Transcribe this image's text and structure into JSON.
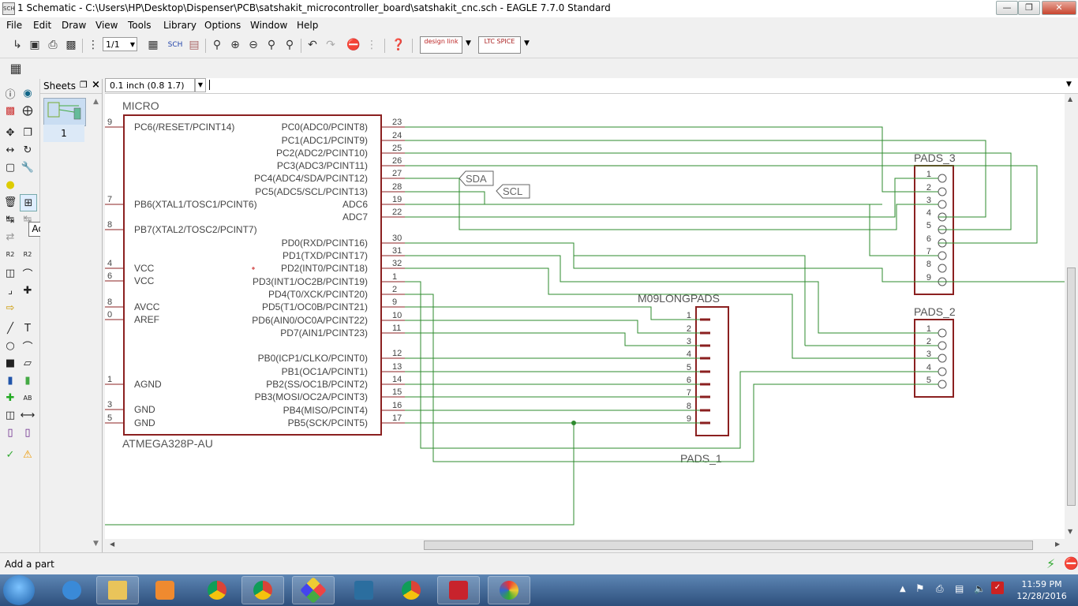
{
  "window": {
    "title": "1 Schematic - C:\\Users\\HP\\Desktop\\Dispenser\\PCB\\satshakit_microcontroller_board\\satshakit_cnc.sch - EAGLE 7.7.0 Standard",
    "app_icon_text": "SCH"
  },
  "menu": [
    "File",
    "Edit",
    "Draw",
    "View",
    "Tools",
    "Library",
    "Options",
    "Window",
    "Help"
  ],
  "toolbar": {
    "zoom_value": "1/1",
    "design_link": "design link",
    "ltc_spice": "LTC SPICE"
  },
  "sheets_panel": {
    "title": "Sheets",
    "sheet_number": "1"
  },
  "coord_readout": "0.1 inch (0.8 1.7)",
  "tooltip": "Add",
  "status_text": "Add a part",
  "clock": {
    "time": "11:59 PM",
    "date": "12/28/2016"
  },
  "schematic": {
    "micro": {
      "name": "MICRO",
      "value": "ATMEGA328P-AU",
      "left_pins": [
        {
          "num": "9",
          "label": "PC6(/RESET/PCINT14)"
        },
        {
          "num": "7",
          "label": "PB6(XTAL1/TOSC1/PCINT6)"
        },
        {
          "num": "8",
          "label": "PB7(XTAL2/TOSC2/PCINT7)"
        },
        {
          "num": "4",
          "label": "VCC"
        },
        {
          "num": "6",
          "label": "VCC"
        },
        {
          "num": "8",
          "label": "AVCC"
        },
        {
          "num": "0",
          "label": "AREF"
        },
        {
          "num": "1",
          "label": "AGND"
        },
        {
          "num": "3",
          "label": "GND"
        },
        {
          "num": "5",
          "label": "GND"
        }
      ],
      "right_pins": [
        {
          "num": "23",
          "label": "PC0(ADC0/PCINT8)"
        },
        {
          "num": "24",
          "label": "PC1(ADC1/PCINT9)"
        },
        {
          "num": "25",
          "label": "PC2(ADC2/PCINT10)"
        },
        {
          "num": "26",
          "label": "PC3(ADC3/PCINT11)"
        },
        {
          "num": "27",
          "label": "PC4(ADC4/SDA/PCINT12)"
        },
        {
          "num": "28",
          "label": "PC5(ADC5/SCL/PCINT13)"
        },
        {
          "num": "19",
          "label": "ADC6"
        },
        {
          "num": "22",
          "label": "ADC7"
        },
        {
          "num": "30",
          "label": "PD0(RXD/PCINT16)"
        },
        {
          "num": "31",
          "label": "PD1(TXD/PCINT17)"
        },
        {
          "num": "32",
          "label": "PD2(INT0/PCINT18)"
        },
        {
          "num": "1",
          "label": "PD3(INT1/OC2B/PCINT19)"
        },
        {
          "num": "2",
          "label": "PD4(T0/XCK/PCINT20)"
        },
        {
          "num": "9",
          "label": "PD5(T1/OC0B/PCINT21)"
        },
        {
          "num": "10",
          "label": "PD6(AIN0/OC0A/PCINT22)"
        },
        {
          "num": "11",
          "label": "PD7(AIN1/PCINT23)"
        },
        {
          "num": "12",
          "label": "PB0(ICP1/CLKO/PCINT0)"
        },
        {
          "num": "13",
          "label": "PB1(OC1A/PCINT1)"
        },
        {
          "num": "14",
          "label": "PB2(SS/OC1B/PCINT2)"
        },
        {
          "num": "15",
          "label": "PB3(MOSI/OC2A/PCINT3)"
        },
        {
          "num": "16",
          "label": "PB4(MISO/PCINT4)"
        },
        {
          "num": "17",
          "label": "PB5(SCK/PCINT5)"
        }
      ]
    },
    "net_labels": [
      "SDA",
      "SCL"
    ],
    "pads_1": {
      "name": "M09LONGPADS",
      "value": "PADS_1",
      "pins": [
        "1",
        "2",
        "3",
        "4",
        "5",
        "6",
        "7",
        "8",
        "9"
      ]
    },
    "pads_2": {
      "name": "PADS_2",
      "pins": [
        "1",
        "2",
        "3",
        "4",
        "5"
      ]
    },
    "pads_3": {
      "name": "PADS_3",
      "pins": [
        "1",
        "2",
        "3",
        "4",
        "5",
        "6",
        "7",
        "8",
        "9"
      ]
    }
  },
  "colors": {
    "wire": "#2e8b2e",
    "symbol": "#8b2020",
    "pin_text": "#444444",
    "bg": "#ffffff"
  }
}
